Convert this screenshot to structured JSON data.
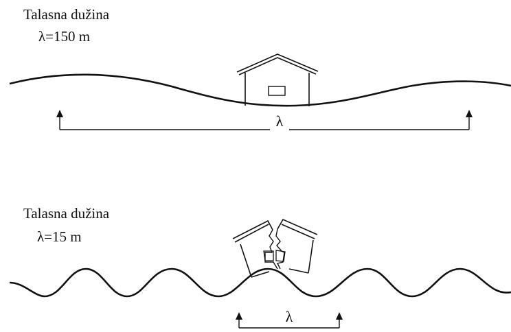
{
  "top_panel": {
    "title": "Talasna dužina",
    "value": "λ=150 m",
    "lambda_marker": "λ",
    "house_state": "intact"
  },
  "bottom_panel": {
    "title": "Talasna dužina",
    "value": "λ=15 m",
    "lambda_marker": "λ",
    "house_state": "cracked"
  },
  "colors": {
    "stroke": "#111111",
    "background": "#ffffff"
  }
}
